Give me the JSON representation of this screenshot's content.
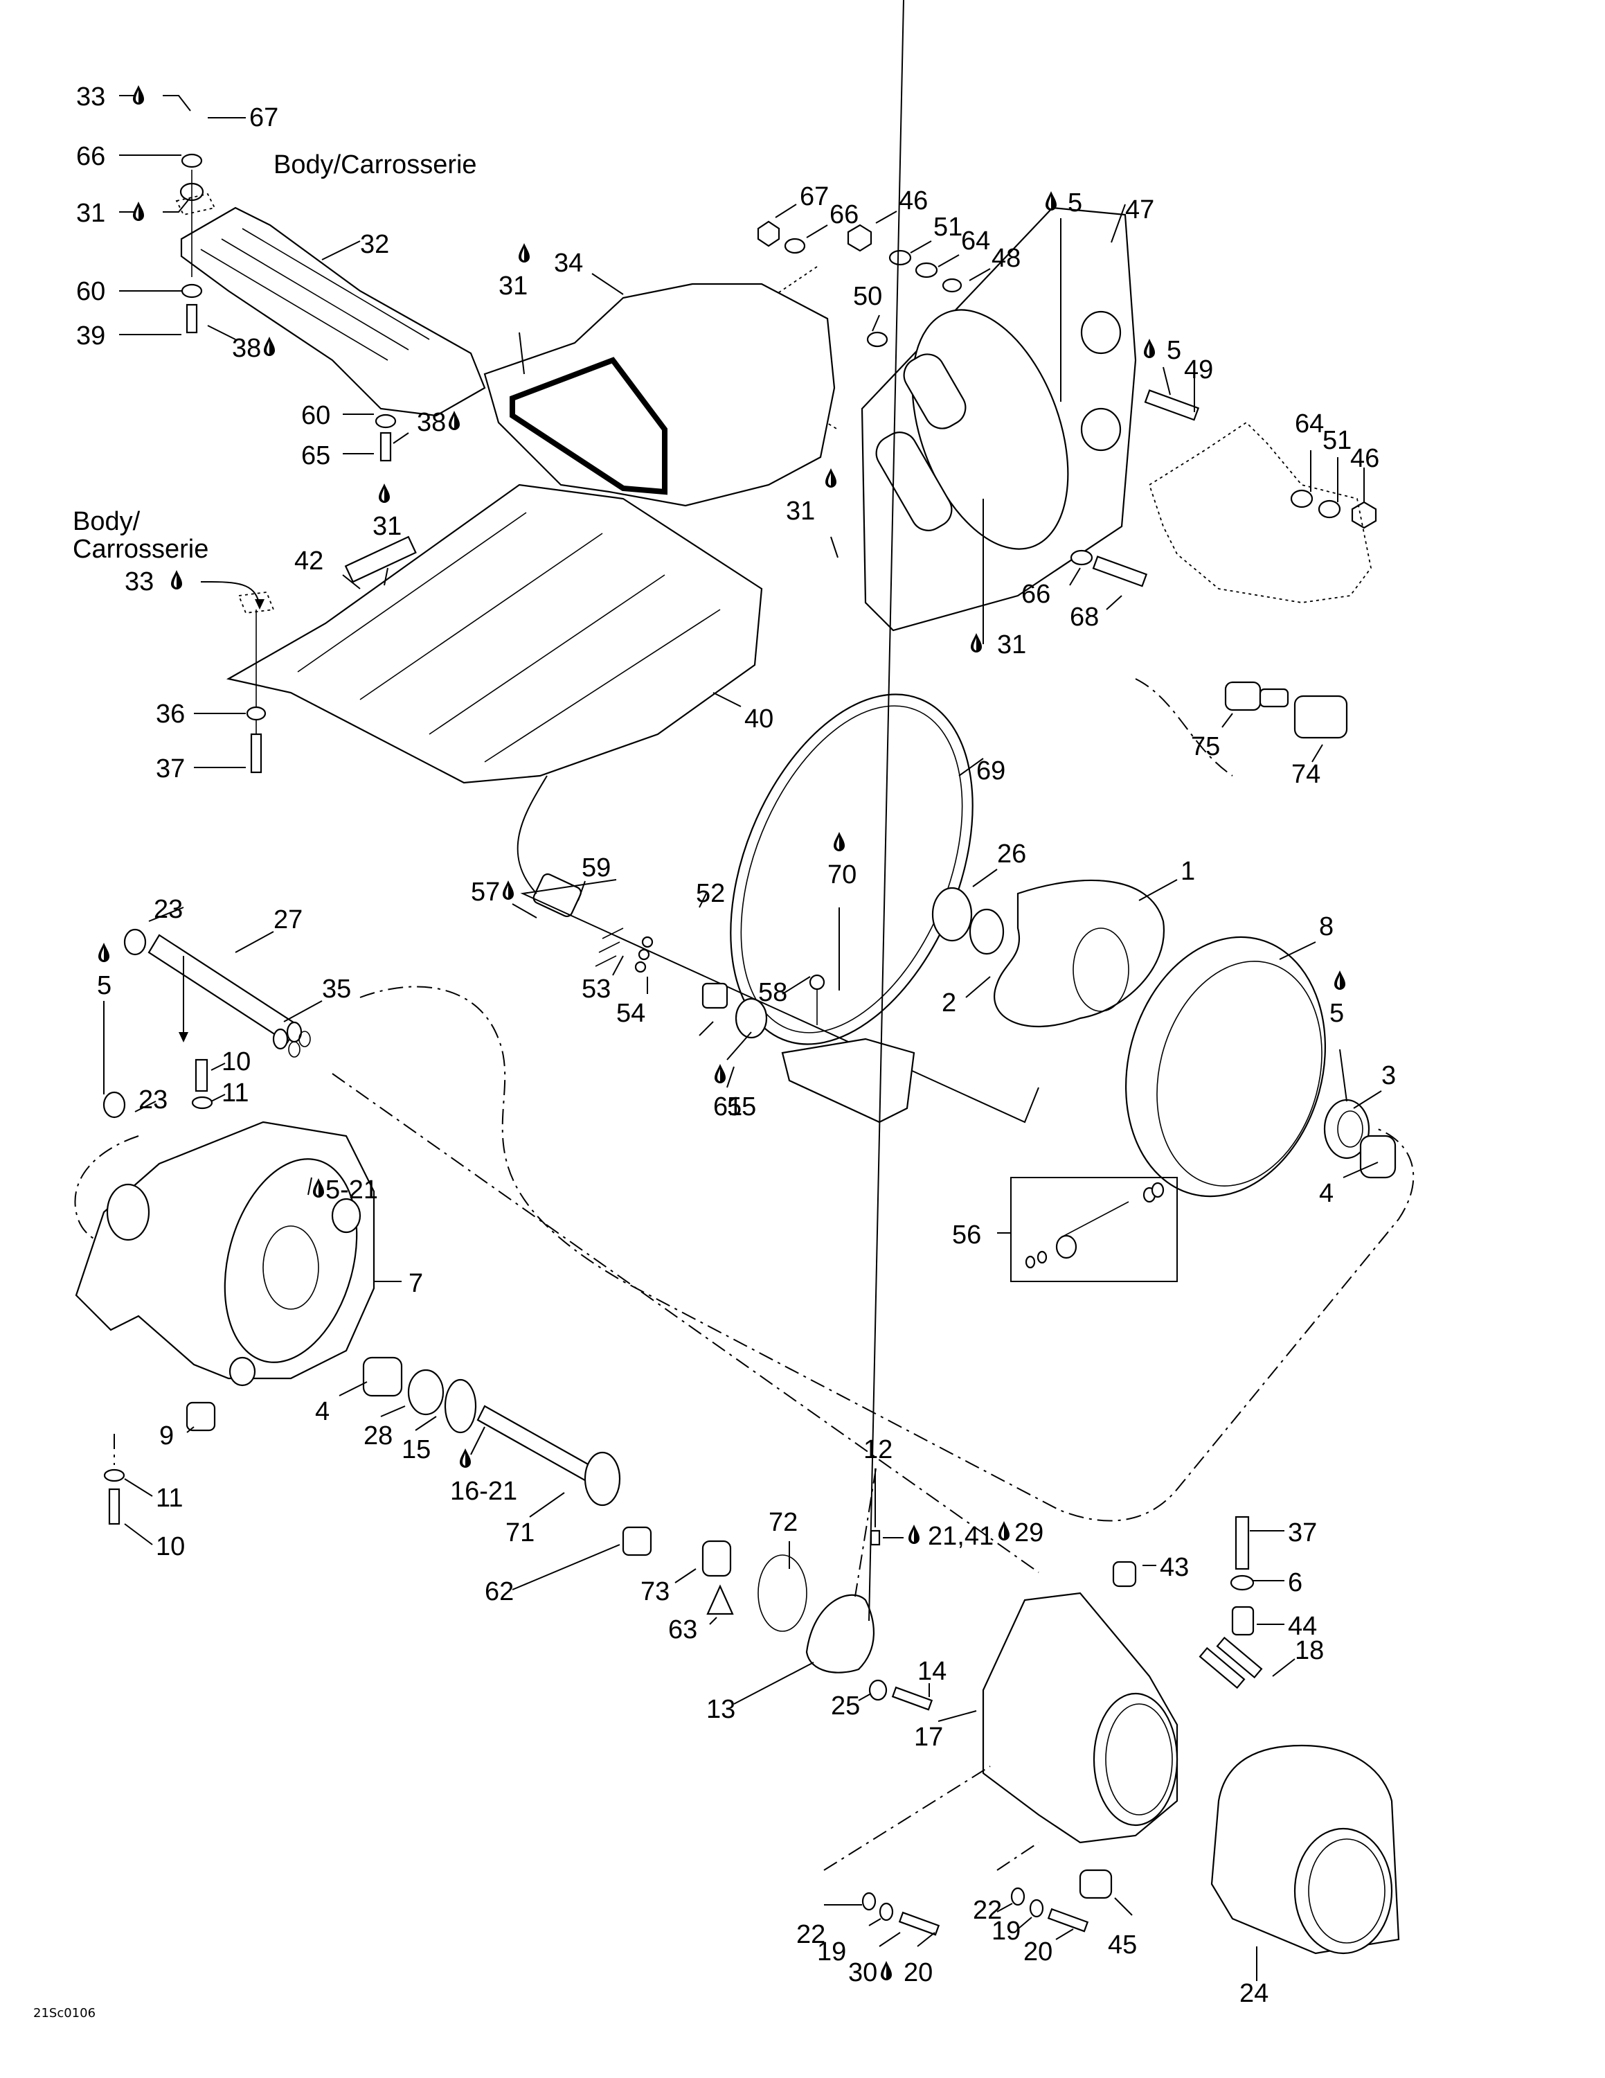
{
  "figure_code": "21Sc0106",
  "notes": {
    "body_top": "Body/Carrosserie",
    "body_mid_line1": "Body/",
    "body_mid_line2": "Carrosserie"
  },
  "icons": {
    "lubricant": "drop-icon"
  },
  "callouts": [
    {
      "id": "c33a",
      "text": "33",
      "lube": true
    },
    {
      "id": "c67a",
      "text": "67"
    },
    {
      "id": "c66a",
      "text": "66"
    },
    {
      "id": "c31a",
      "text": "31",
      "lube": true
    },
    {
      "id": "c32",
      "text": "32"
    },
    {
      "id": "c60a",
      "text": "60"
    },
    {
      "id": "c39",
      "text": "39"
    },
    {
      "id": "c38a",
      "text": "38",
      "lube": true
    },
    {
      "id": "c60b",
      "text": "60"
    },
    {
      "id": "c38b",
      "text": "38",
      "lube": true
    },
    {
      "id": "c65",
      "text": "65"
    },
    {
      "id": "c34",
      "text": "34"
    },
    {
      "id": "c31b",
      "text": "31",
      "lube": true
    },
    {
      "id": "c67b",
      "text": "67"
    },
    {
      "id": "c66b",
      "text": "66"
    },
    {
      "id": "c46a",
      "text": "46"
    },
    {
      "id": "c51a",
      "text": "51"
    },
    {
      "id": "c64a",
      "text": "64"
    },
    {
      "id": "c48",
      "text": "48"
    },
    {
      "id": "c5a",
      "text": "5",
      "lube": true
    },
    {
      "id": "c47",
      "text": "47"
    },
    {
      "id": "c50",
      "text": "50"
    },
    {
      "id": "c5b",
      "text": "5",
      "lube": true
    },
    {
      "id": "c49",
      "text": "49"
    },
    {
      "id": "c64b",
      "text": "64"
    },
    {
      "id": "c51b",
      "text": "51"
    },
    {
      "id": "c46b",
      "text": "46"
    },
    {
      "id": "c31c",
      "text": "31",
      "lube": true
    },
    {
      "id": "c66c",
      "text": "66"
    },
    {
      "id": "c68",
      "text": "68"
    },
    {
      "id": "c31d",
      "text": "31",
      "lube": true
    },
    {
      "id": "c75",
      "text": "75"
    },
    {
      "id": "c74",
      "text": "74"
    },
    {
      "id": "c31e",
      "text": "31",
      "lube": true
    },
    {
      "id": "c42",
      "text": "42"
    },
    {
      "id": "c33b",
      "text": "33",
      "lube": true
    },
    {
      "id": "c40",
      "text": "40"
    },
    {
      "id": "c36",
      "text": "36"
    },
    {
      "id": "c37a",
      "text": "37"
    },
    {
      "id": "c69",
      "text": "69"
    },
    {
      "id": "c70",
      "text": "70",
      "lube": true
    },
    {
      "id": "c26",
      "text": "26"
    },
    {
      "id": "c1",
      "text": "1"
    },
    {
      "id": "c2",
      "text": "2"
    },
    {
      "id": "c8",
      "text": "8"
    },
    {
      "id": "c5c",
      "text": "5",
      "lube": true
    },
    {
      "id": "c3",
      "text": "3"
    },
    {
      "id": "c4a",
      "text": "4"
    },
    {
      "id": "c57",
      "text": "57",
      "lube": true
    },
    {
      "id": "c59",
      "text": "59"
    },
    {
      "id": "c52",
      "text": "52"
    },
    {
      "id": "c53",
      "text": "53"
    },
    {
      "id": "c54",
      "text": "54"
    },
    {
      "id": "c58",
      "text": "58"
    },
    {
      "id": "c61",
      "text": "61",
      "lube": true
    },
    {
      "id": "c55",
      "text": "55"
    },
    {
      "id": "c56",
      "text": "56"
    },
    {
      "id": "c23a",
      "text": "23"
    },
    {
      "id": "c27",
      "text": "27"
    },
    {
      "id": "c35",
      "text": "35"
    },
    {
      "id": "c5d",
      "text": "5",
      "lube": true
    },
    {
      "id": "c10a",
      "text": "10"
    },
    {
      "id": "c11a",
      "text": "11"
    },
    {
      "id": "c23b",
      "text": "23"
    },
    {
      "id": "c521",
      "text": "5-21",
      "lube": true
    },
    {
      "id": "c7",
      "text": "7"
    },
    {
      "id": "c4b",
      "text": "4"
    },
    {
      "id": "c28",
      "text": "28"
    },
    {
      "id": "c15",
      "text": "15"
    },
    {
      "id": "c1621",
      "text": "16-21",
      "lube": true
    },
    {
      "id": "c9",
      "text": "9"
    },
    {
      "id": "c11b",
      "text": "11"
    },
    {
      "id": "c10b",
      "text": "10"
    },
    {
      "id": "c71",
      "text": "71"
    },
    {
      "id": "c62",
      "text": "62"
    },
    {
      "id": "c12",
      "text": "12"
    },
    {
      "id": "c2141",
      "text": "21,41",
      "lube": true
    },
    {
      "id": "c72",
      "text": "72"
    },
    {
      "id": "c29",
      "text": "29",
      "lube": true
    },
    {
      "id": "c73",
      "text": "73"
    },
    {
      "id": "c63",
      "text": "63"
    },
    {
      "id": "c13",
      "text": "13"
    },
    {
      "id": "c25",
      "text": "25"
    },
    {
      "id": "c14",
      "text": "14"
    },
    {
      "id": "c17",
      "text": "17"
    },
    {
      "id": "c43",
      "text": "43"
    },
    {
      "id": "c37b",
      "text": "37"
    },
    {
      "id": "c6",
      "text": "6"
    },
    {
      "id": "c44",
      "text": "44"
    },
    {
      "id": "c18",
      "text": "18"
    },
    {
      "id": "c22a",
      "text": "22"
    },
    {
      "id": "c19a",
      "text": "19"
    },
    {
      "id": "c30",
      "text": "30",
      "lube": true
    },
    {
      "id": "c20a",
      "text": "20"
    },
    {
      "id": "c22b",
      "text": "22"
    },
    {
      "id": "c19b",
      "text": "19"
    },
    {
      "id": "c20b",
      "text": "20"
    },
    {
      "id": "c45",
      "text": "45"
    },
    {
      "id": "c24",
      "text": "24"
    }
  ]
}
